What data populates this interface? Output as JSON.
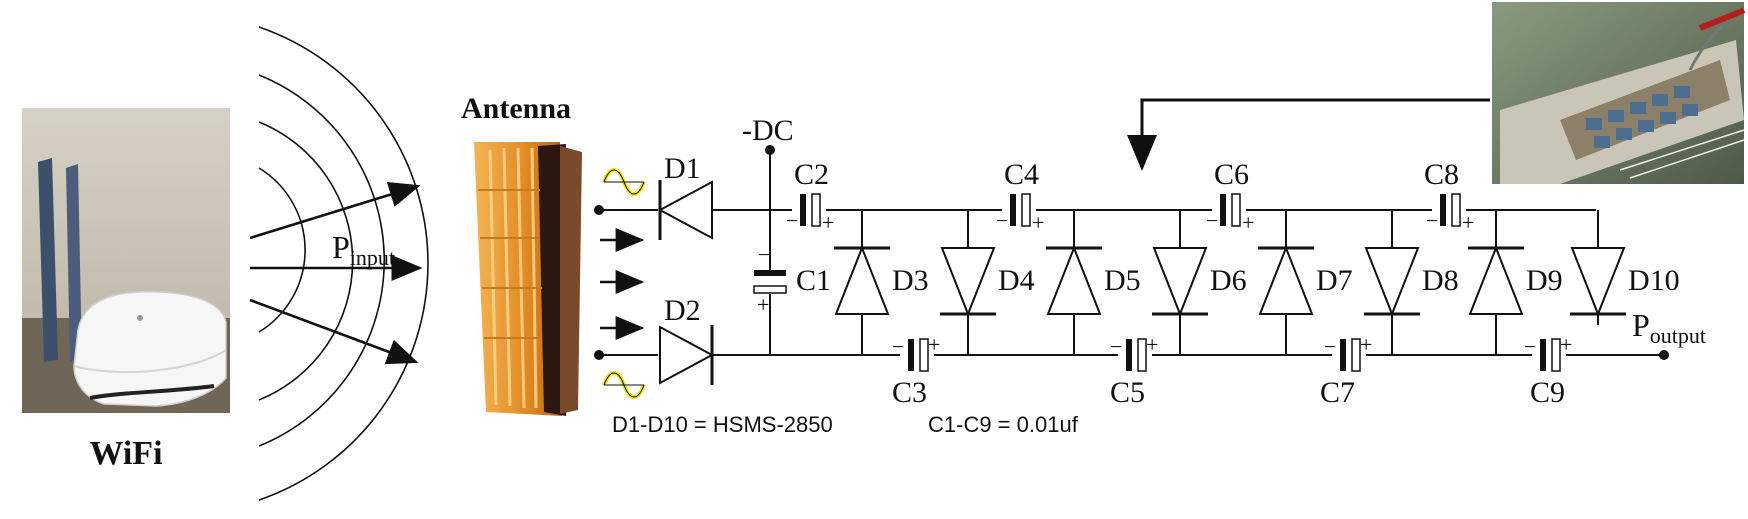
{
  "labels": {
    "wifi": "WiFi",
    "antenna": "Antenna",
    "p_input_main": "P",
    "p_input_sub": "input",
    "p_output_main": "P",
    "p_output_sub": "output",
    "dc": "-DC",
    "diode_spec": "D1-D10 = HSMS-2850",
    "cap_spec": "C1-C9 = 0.01uf"
  },
  "diodes": [
    "D1",
    "D2",
    "D3",
    "D4",
    "D5",
    "D6",
    "D7",
    "D8",
    "D9",
    "D10"
  ],
  "capacitors": [
    "C1",
    "C2",
    "C3",
    "C4",
    "C5",
    "C6",
    "C7",
    "C8",
    "C9"
  ],
  "polarity": {
    "plus": "+",
    "minus": "−"
  },
  "colors": {
    "line": "#111111",
    "antenna_orange": "#e8962c",
    "antenna_dark": "#3a1f12",
    "signal_yellow": "#f2e300",
    "router_white": "#f4f4f4",
    "photo_wall": "#c8c0b2",
    "board_green": "#5e6a55"
  },
  "icons": [
    "wifi-router-photo",
    "antenna-image",
    "circuit-board-photo",
    "signal-wave-icon"
  ]
}
